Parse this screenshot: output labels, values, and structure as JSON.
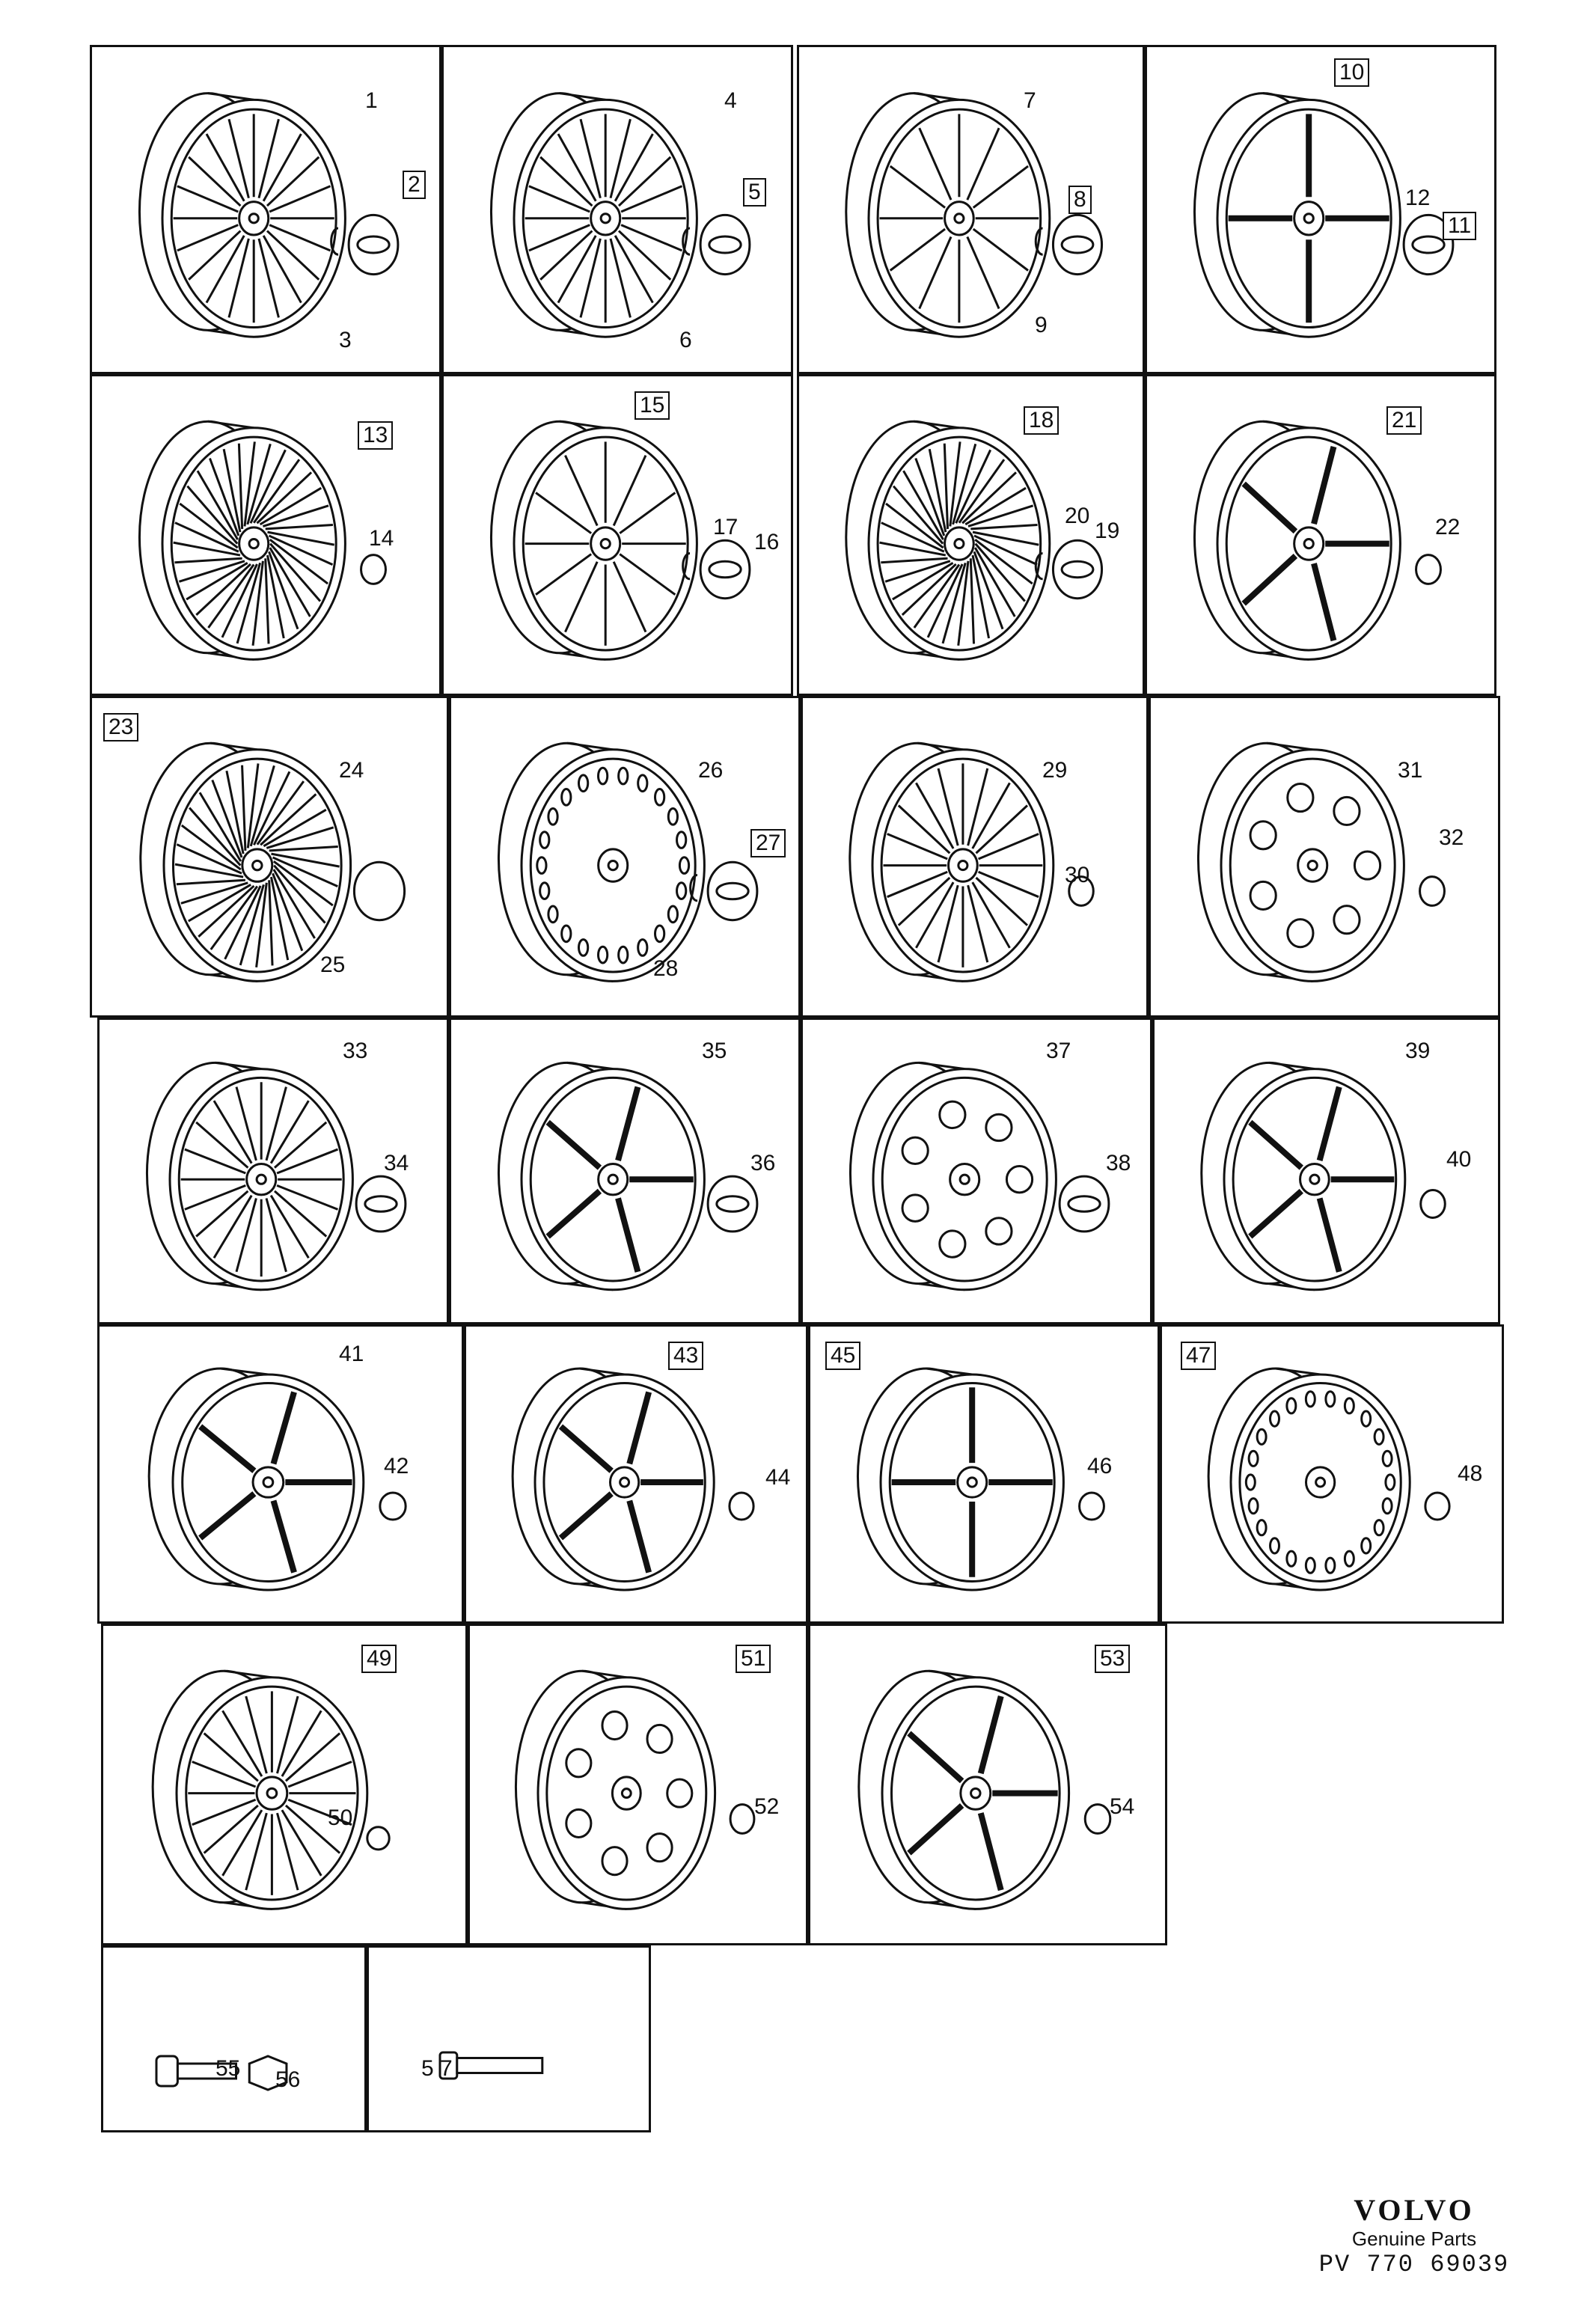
{
  "cells": [
    {
      "id": "c1",
      "labels": [
        {
          "t": "1",
          "b": false
        },
        {
          "t": "2",
          "b": true
        },
        {
          "t": "3",
          "b": false
        }
      ],
      "style": "lattice",
      "acc": "cap-ring"
    },
    {
      "id": "c2",
      "labels": [
        {
          "t": "4",
          "b": false
        },
        {
          "t": "5",
          "b": true
        },
        {
          "t": "6",
          "b": false
        }
      ],
      "style": "spokes-dense",
      "acc": "cap-ring"
    },
    {
      "id": "c3",
      "labels": [
        {
          "t": "7",
          "b": false
        },
        {
          "t": "8",
          "b": true
        },
        {
          "t": "9",
          "b": false
        }
      ],
      "style": "spokes",
      "acc": "cap-ring"
    },
    {
      "id": "c4",
      "labels": [
        {
          "t": "10",
          "b": true
        },
        {
          "t": "12",
          "b": false
        },
        {
          "t": "11",
          "b": true
        }
      ],
      "style": "star4",
      "acc": "cap-side"
    },
    {
      "id": "c5",
      "labels": [
        {
          "t": "13",
          "b": true
        },
        {
          "t": "14",
          "b": false
        }
      ],
      "style": "mesh",
      "acc": "nut"
    },
    {
      "id": "c6",
      "labels": [
        {
          "t": "15",
          "b": true
        },
        {
          "t": "17",
          "b": false
        },
        {
          "t": "16",
          "b": false
        }
      ],
      "style": "spokes",
      "acc": "cap-ring"
    },
    {
      "id": "c7",
      "labels": [
        {
          "t": "18",
          "b": true
        },
        {
          "t": "20",
          "b": false
        },
        {
          "t": "19",
          "b": false
        }
      ],
      "style": "mesh",
      "acc": "cap-ring"
    },
    {
      "id": "c8",
      "labels": [
        {
          "t": "21",
          "b": true
        },
        {
          "t": "22",
          "b": false
        }
      ],
      "style": "star5",
      "acc": "nut"
    },
    {
      "id": "c9",
      "labels": [
        {
          "t": "23",
          "b": true
        },
        {
          "t": "24",
          "b": false
        },
        {
          "t": "25",
          "b": false
        }
      ],
      "style": "mesh",
      "acc": "gear"
    },
    {
      "id": "c10",
      "labels": [
        {
          "t": "26",
          "b": false
        },
        {
          "t": "27",
          "b": true
        },
        {
          "t": "28",
          "b": false
        }
      ],
      "style": "slots",
      "acc": "cap-ring"
    },
    {
      "id": "c11",
      "labels": [
        {
          "t": "29",
          "b": false
        },
        {
          "t": "30",
          "b": false
        }
      ],
      "style": "spokes-dense",
      "acc": "nut"
    },
    {
      "id": "c12",
      "labels": [
        {
          "t": "31",
          "b": false
        },
        {
          "t": "32",
          "b": false
        }
      ],
      "style": "holes",
      "acc": "nut"
    },
    {
      "id": "c13",
      "labels": [
        {
          "t": "33",
          "b": false
        },
        {
          "t": "34",
          "b": false
        }
      ],
      "style": "lattice",
      "acc": "cap"
    },
    {
      "id": "c14",
      "labels": [
        {
          "t": "35",
          "b": false
        },
        {
          "t": "36",
          "b": false
        }
      ],
      "style": "star5",
      "acc": "cap"
    },
    {
      "id": "c15",
      "labels": [
        {
          "t": "37",
          "b": false
        },
        {
          "t": "38",
          "b": false
        }
      ],
      "style": "holes",
      "acc": "cap"
    },
    {
      "id": "c16",
      "labels": [
        {
          "t": "39",
          "b": false
        },
        {
          "t": "40",
          "b": false
        }
      ],
      "style": "star5",
      "acc": "nut"
    },
    {
      "id": "c17",
      "labels": [
        {
          "t": "41",
          "b": false
        },
        {
          "t": "42",
          "b": false
        }
      ],
      "style": "star5",
      "acc": "nut"
    },
    {
      "id": "c18",
      "labels": [
        {
          "t": "43",
          "b": true
        },
        {
          "t": "44",
          "b": false
        }
      ],
      "style": "star5",
      "acc": "nut"
    },
    {
      "id": "c19",
      "labels": [
        {
          "t": "45",
          "b": true
        },
        {
          "t": "46",
          "b": false
        }
      ],
      "style": "star4",
      "acc": "nut"
    },
    {
      "id": "c20",
      "labels": [
        {
          "t": "47",
          "b": true
        },
        {
          "t": "48",
          "b": false
        }
      ],
      "style": "slots",
      "acc": "nut"
    },
    {
      "id": "c21",
      "labels": [
        {
          "t": "49",
          "b": true
        },
        {
          "t": "50",
          "b": false
        }
      ],
      "style": "spokes-dense",
      "acc": "dot"
    },
    {
      "id": "c22",
      "labels": [
        {
          "t": "51",
          "b": true
        },
        {
          "t": "52",
          "b": false
        }
      ],
      "style": "holes",
      "acc": "nut"
    },
    {
      "id": "c23",
      "labels": [
        {
          "t": "53",
          "b": true
        },
        {
          "t": "54",
          "b": false
        }
      ],
      "style": "star5",
      "acc": "nut"
    },
    {
      "id": "c24",
      "labels": [
        {
          "t": "55",
          "b": false
        },
        {
          "t": "56",
          "b": false
        }
      ],
      "style": "none",
      "acc": "bolt-nut"
    },
    {
      "id": "c25",
      "labels": [
        {
          "t": "5 7",
          "b": false
        }
      ],
      "style": "none",
      "acc": "stud"
    }
  ],
  "brand": {
    "logo": "VOLVO",
    "subtitle": "Genuine Parts",
    "code": "PV  770 69039"
  }
}
